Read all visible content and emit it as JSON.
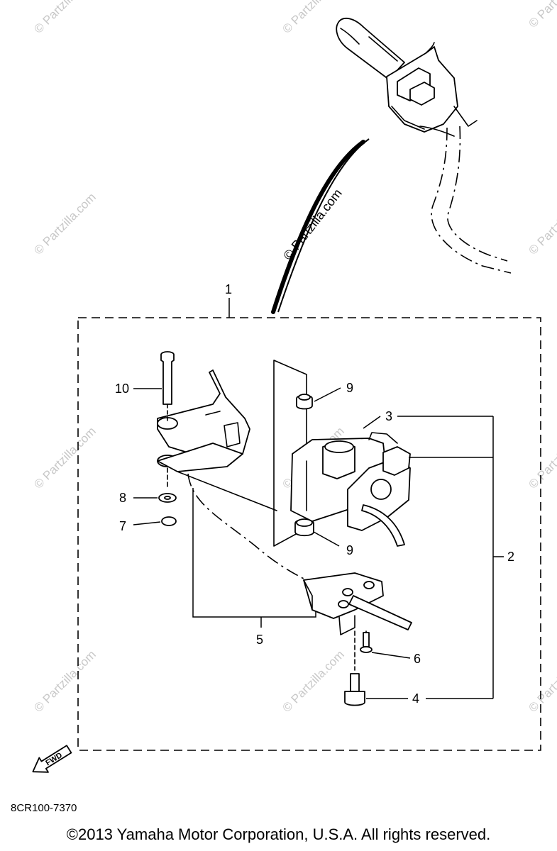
{
  "watermark": {
    "text": "© Partzilla.com"
  },
  "callouts": {
    "c1": "1",
    "c2": "2",
    "c3": "3",
    "c4": "4",
    "c5": "5",
    "c6": "6",
    "c7": "7",
    "c8": "8",
    "c9a": "9",
    "c9b": "9",
    "c10": "10"
  },
  "fwd_label": "FWD",
  "diagram_code": "8CR100-7370",
  "copyright": "©2013 Yamaha Motor Corporation, U.S.A. All rights reserved.",
  "colors": {
    "line": "#000000",
    "watermark": "#c8c8c8",
    "background": "#ffffff"
  }
}
